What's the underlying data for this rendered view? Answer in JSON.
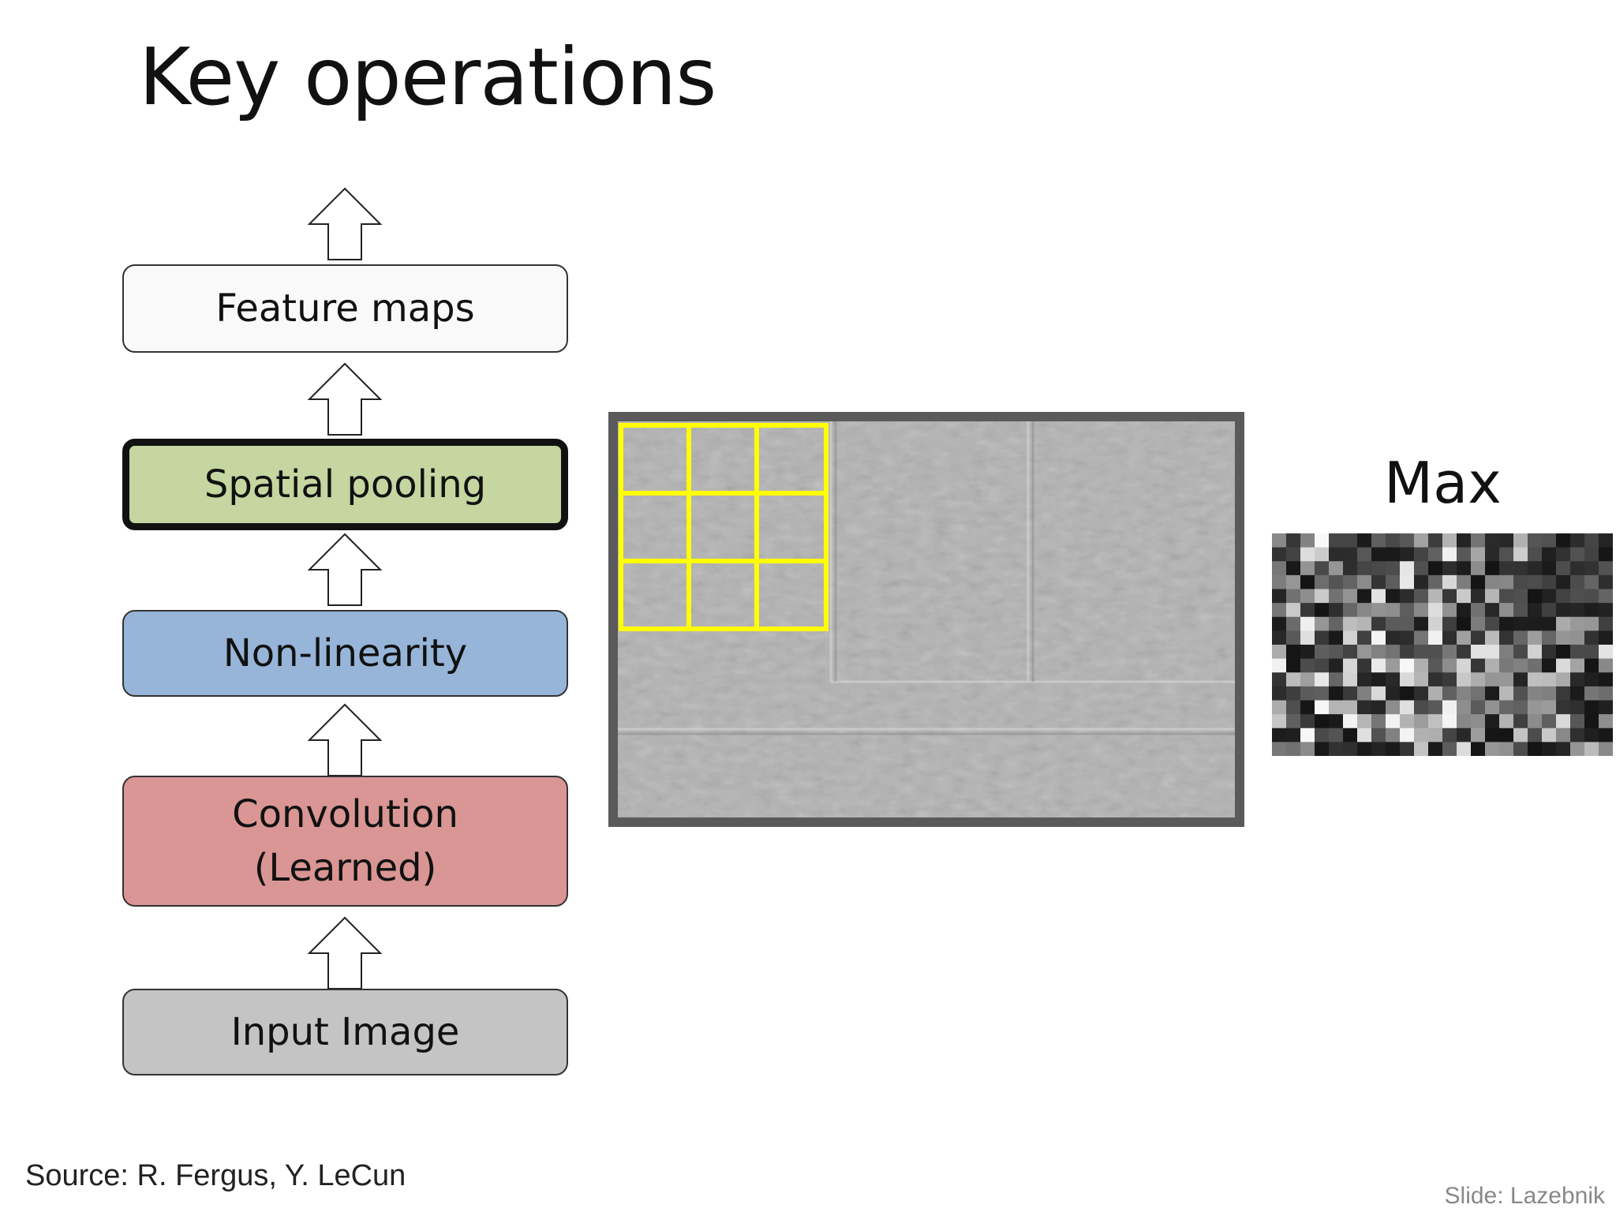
{
  "slide": {
    "title": "Key operations",
    "max_label": "Max",
    "source": "Source: R. Fergus, Y. LeCun",
    "credit": "Slide: Lazebnik"
  },
  "pipeline": {
    "feature_maps": "Feature maps",
    "spatial_pooling": "Spatial pooling",
    "non_linearity": "Non-linearity",
    "convolution_line1": "Convolution",
    "convolution_line2": "(Learned)",
    "input_image": "Input Image"
  },
  "colors": {
    "feature_maps_fill": "#f9f9f9",
    "spatial_pooling_fill": "#c5d6a0",
    "non_linearity_fill": "#97b5d9",
    "convolution_fill": "#d99694",
    "input_image_fill": "#c4c4c4",
    "pooling_grid": "#ffff00"
  },
  "pooling": {
    "grid_rows": 3,
    "grid_cols": 3
  }
}
